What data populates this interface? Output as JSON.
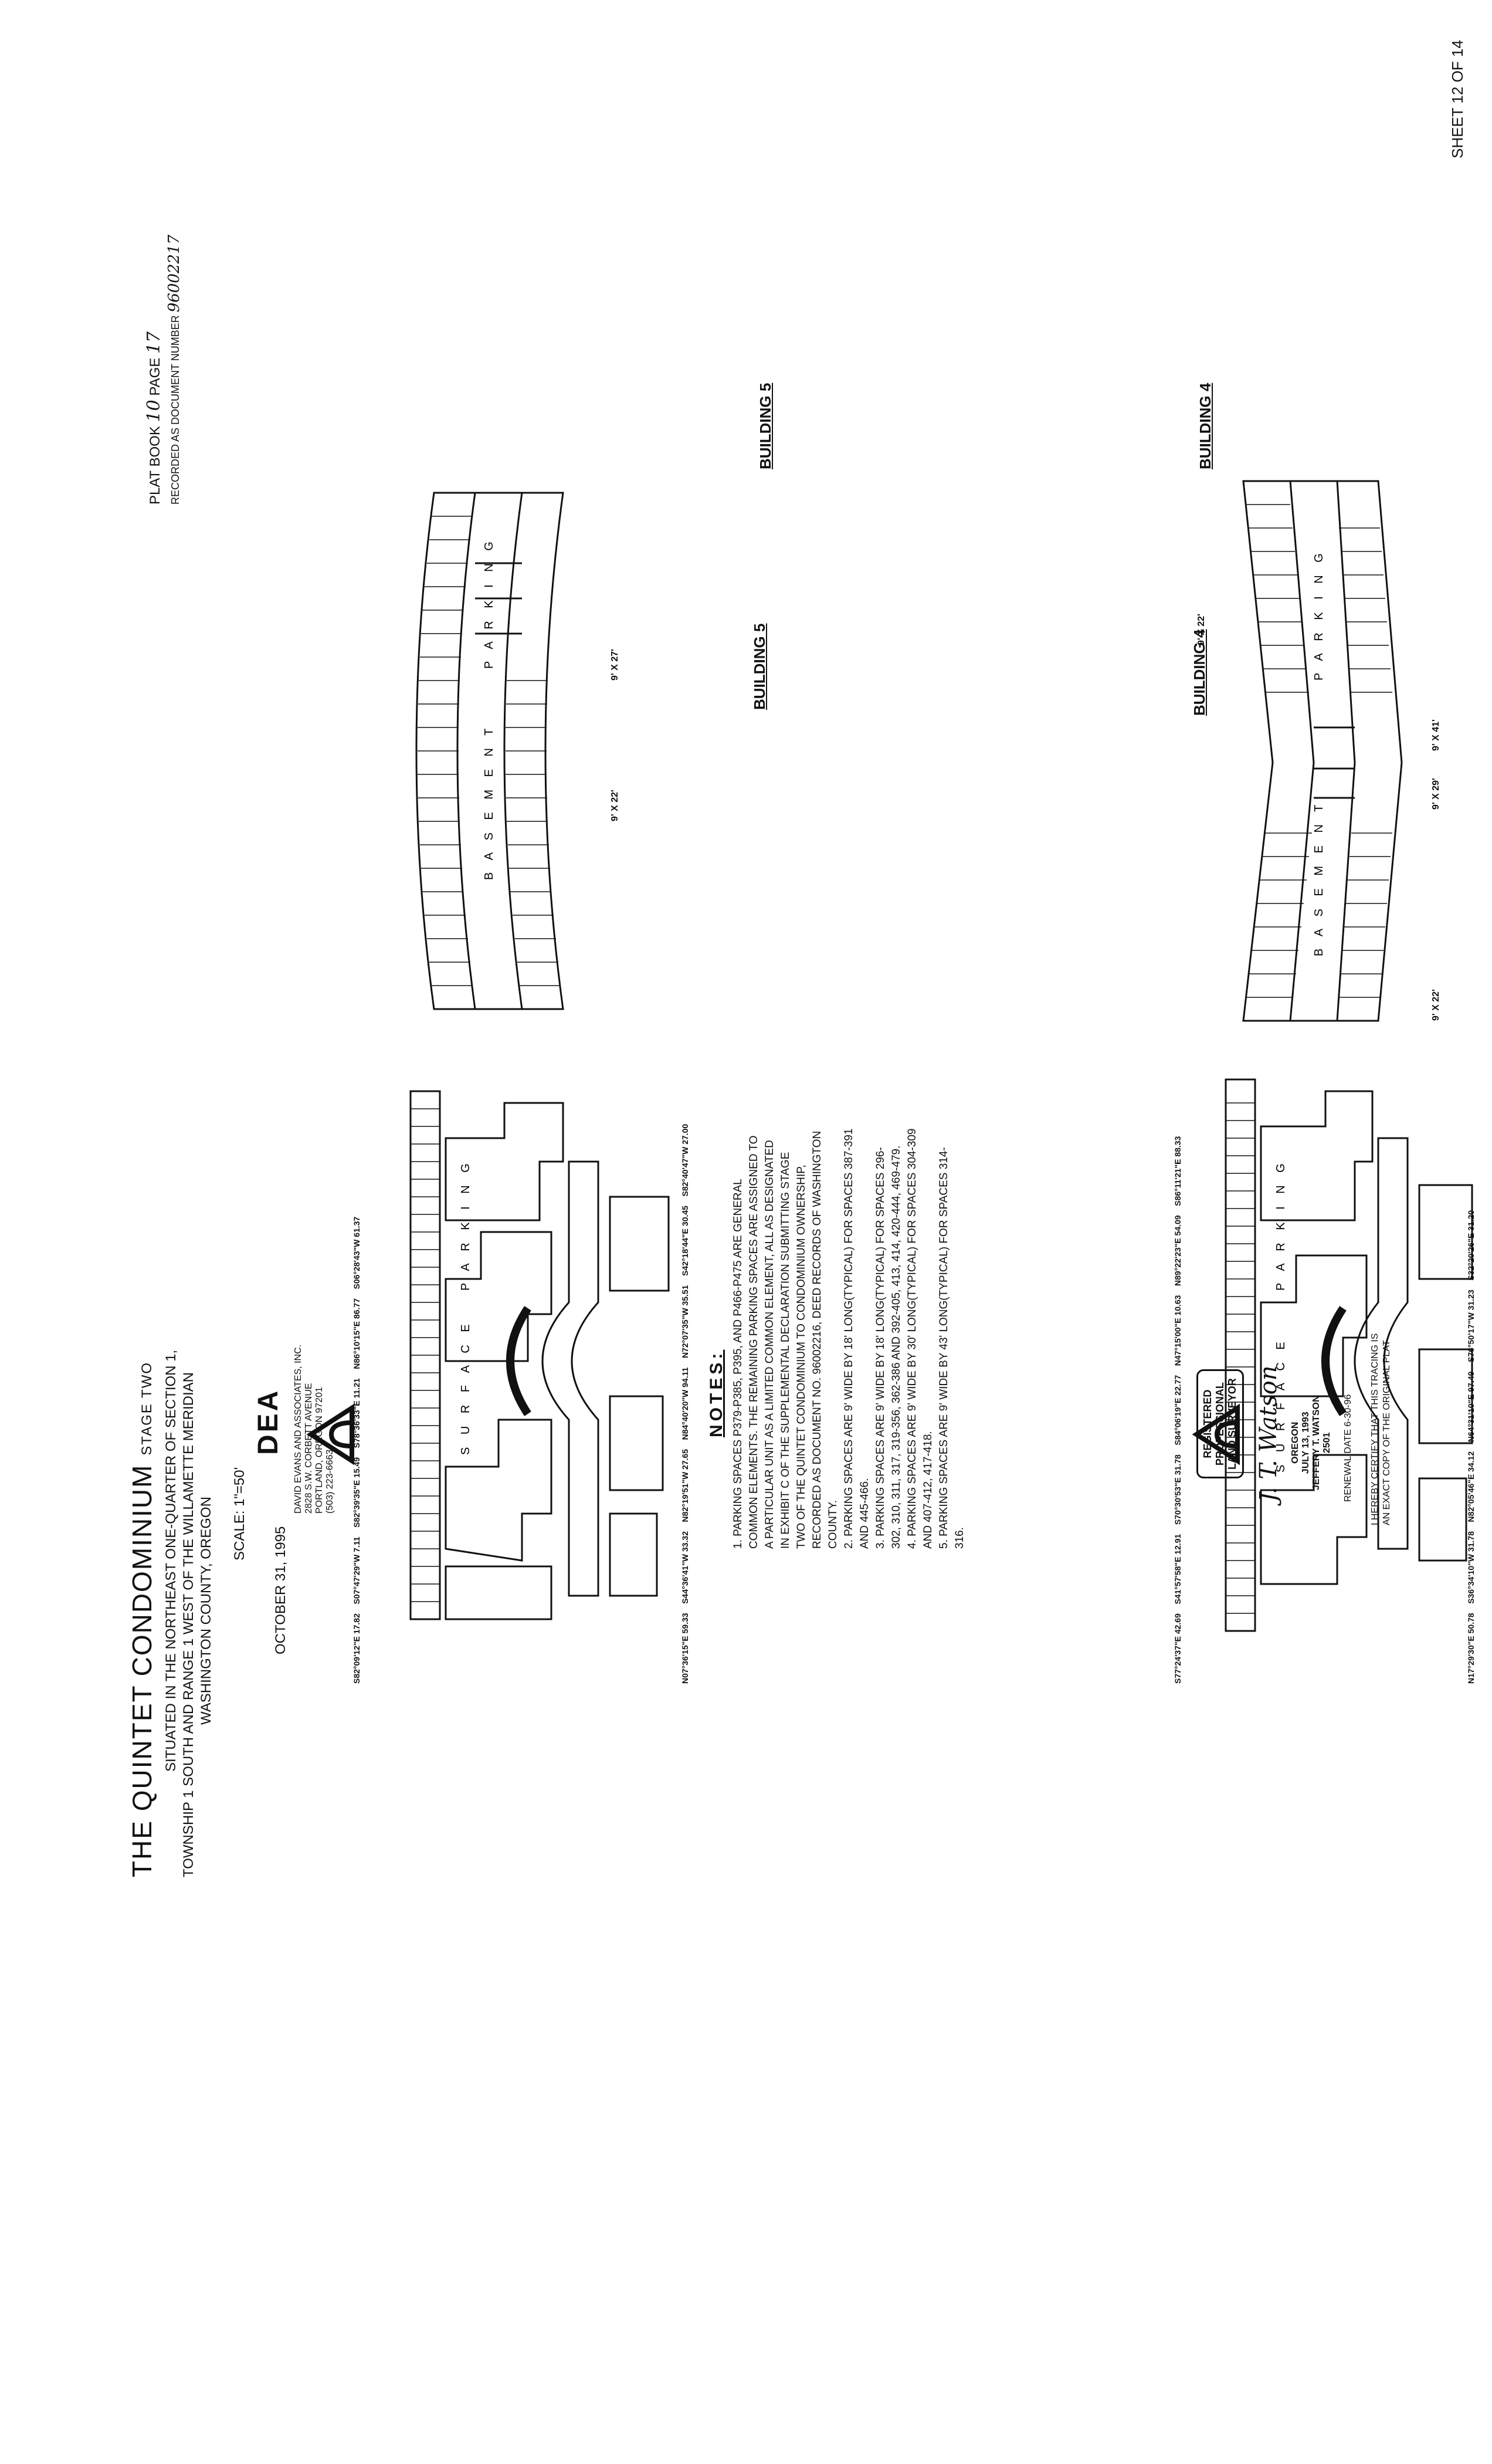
{
  "title": "THE QUINTET CONDOMINIUM",
  "stage": "STAGE TWO",
  "location_lines": [
    "SITUATED IN THE NORTHEAST ONE-QUARTER OF SECTION 1,",
    "TOWNSHIP 1 SOUTH AND RANGE 1 WEST OF THE WILLAMETTE MERIDIAN",
    "WASHINGTON COUNTY, OREGON"
  ],
  "scale": "SCALE: 1\"=50'",
  "date": "OCTOBER 31, 1995",
  "plat_book_label": "PLAT BOOK",
  "plat_book_value": "10",
  "page_label": "PAGE",
  "page_value": "17",
  "recorded_label": "RECORDED AS DOCUMENT NUMBER",
  "recorded_value": "96002217",
  "sheet": "SHEET 12 OF 14",
  "firm": {
    "logo": "DEA",
    "lines": [
      "DAVID EVANS AND ASSOCIATES, INC.",
      "2828 S.W. CORBETT AVENUE",
      "PORTLAND, OREGON 97201",
      "(503) 223-6663"
    ]
  },
  "notes": {
    "heading": "NOTES:",
    "items": [
      "1. PARKING SPACES P379-P385, P395, AND P466-P475 ARE GENERAL COMMON ELEMENTS. THE REMAINING PARKING SPACES ARE ASSIGNED TO A PARTICULAR UNIT AS A LIMITED COMMON ELEMENT, ALL AS DESIGNATED IN EXHIBIT C OF THE SUPPLEMENTAL DECLARATION SUBMITTING STAGE TWO OF THE QUINTET CONDOMINIUM TO CONDOMINIUM OWNERSHIP, RECORDED AS DOCUMENT NO. 96002216, DEED RECORDS OF WASHINGTON COUNTY.",
      "2. PARKING SPACES ARE 9' WIDE BY 18' LONG(TYPICAL) FOR SPACES 387-391 AND 445-466.",
      "3. PARKING SPACES ARE 9' WIDE BY 18' LONG(TYPICAL) FOR SPACES 296-302, 310, 311, 317, 319-356, 362-386 AND 392-405, 413, 414, 420-444, 469-479.",
      "4. PARKING SPACES ARE 9' WIDE BY 30' LONG(TYPICAL) FOR SPACES 304-309 AND 407-412, 417-418.",
      "5. PARKING SPACES ARE 9' WIDE BY 43' LONG(TYPICAL) FOR SPACES 314-316."
    ]
  },
  "surveyor": {
    "stamp_lines": [
      "REGISTERED",
      "PROFESSIONAL",
      "LAND SURVEYOR"
    ],
    "seal_lines": [
      "OREGON",
      "JULY 13, 1993",
      "JEFFERY T. WATSON",
      "2501"
    ],
    "renewal": "RENEWAL DATE 6-30-96",
    "certify": [
      "I HEREBY CERTIFY THAT THIS TRACING IS",
      "AN EXACT COPY OF THE ORIGINAL PLAT"
    ]
  },
  "buildings": {
    "b4_surface_label": "BUILDING 4",
    "b5_surface_label": "BUILDING 5",
    "b4_basement_label": "BUILDING 4",
    "b5_basement_label": "BUILDING 5",
    "surface": "S U R F A C E",
    "parking": "P A R K I N G",
    "basement": "B A S E M E N T"
  },
  "bearings_b4": [
    "S77°24'37\"E 42.69",
    "S41°57'58\"E 12.91",
    "S70°30'53\"E 31.78",
    "S84°06'19\"E 22.77",
    "N47°15'00\"E 10.63",
    "N89°22'23\"E 54.09",
    "S86°11'21\"E 88.33",
    "S32°20'26\"E 31.20",
    "N17°29'30\"E 50.78",
    "S36°34'10\"W 31.78",
    "N82°05'46\"E 34.12",
    "N64°31'10\"E 97.49",
    "S76°50'17\"W 31.23"
  ],
  "bearings_b5": [
    "S82°09'12\"E 17.82",
    "S07°47'29\"W 7.11",
    "S82°39'35\"E 15.49",
    "S78°36'33\"E 11.21",
    "N86°10'15\"E 86.77",
    "S06°28'43\"W 61.37",
    "S42°18'44\"E 30.45",
    "S82°40'47\"W 27.00",
    "N07°36'15\"E 59.33",
    "S44°36'41\"W 33.32",
    "N82°19'51\"W 27.65",
    "N84°40'20\"W 94.11",
    "N72°07'35\"W 35.51"
  ],
  "dims": {
    "b4_a": "9' X 22'",
    "b4_b": "9' X 22'",
    "b4_c": "9' X 29'",
    "b4_d": "9' X 41'",
    "b5_a": "9' X 22'",
    "b5_b": "9' X 27'"
  }
}
